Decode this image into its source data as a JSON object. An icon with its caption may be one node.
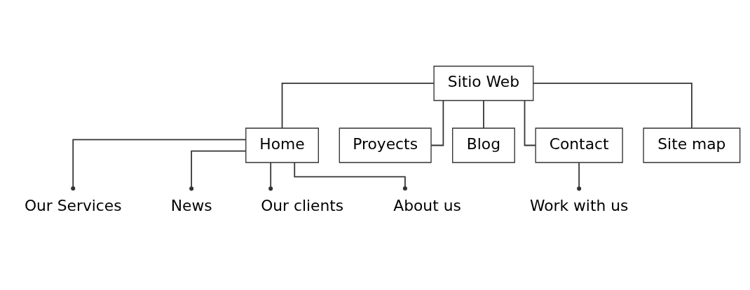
{
  "diagram": {
    "nodes": [
      {
        "text": [
          "Sitio Web"
        ]
      },
      {
        "text": [
          "Home"
        ]
      },
      {
        "text": [
          "Proyects"
        ]
      },
      {
        "text": [
          "Blog"
        ]
      },
      {
        "text": [
          "Contact"
        ]
      },
      {
        "text": [
          "Site map"
        ]
      },
      {
        "text": [
          "Our Services"
        ]
      },
      {
        "text": [
          "News"
        ]
      },
      {
        "text": [
          "Our clients"
        ]
      },
      {
        "text": [
          "About us"
        ]
      },
      {
        "text": [
          "Work with us"
        ]
      }
    ],
    "edges": [
      {
        "from": 0,
        "to": 1,
        "arrow": "none"
      },
      {
        "from": 0,
        "to": 2,
        "arrow": "none"
      },
      {
        "from": 0,
        "to": 3,
        "arrow": "none"
      },
      {
        "from": 0,
        "to": 4,
        "arrow": "none"
      },
      {
        "from": 0,
        "to": 5,
        "arrow": "none"
      },
      {
        "from": 1,
        "to": 6,
        "arrow": "other"
      },
      {
        "from": 1,
        "to": 7,
        "arrow": "other"
      },
      {
        "from": 1,
        "to": 8,
        "arrow": "other"
      },
      {
        "from": 1,
        "to": 9,
        "arrow": "other"
      },
      {
        "from": 4,
        "to": 10,
        "arrow": "other"
      }
    ]
  }
}
